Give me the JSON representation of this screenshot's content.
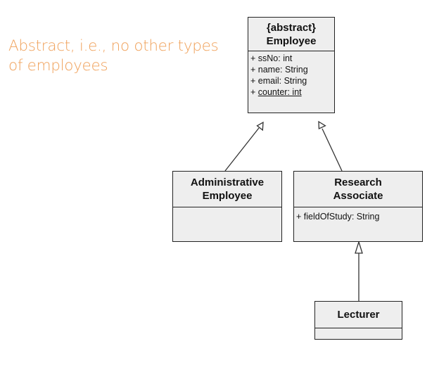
{
  "note": {
    "lines": [
      "Abstract, i.e., no other types",
      "of employees"
    ],
    "color": "#f0a15a"
  },
  "classes": {
    "employee": {
      "stereotype": "{abstract}",
      "name": "Employee",
      "attributes": [
        "+ ssNo: int",
        "+ name: String",
        "+ email: String"
      ],
      "static_prefix": "+ ",
      "static_attribute": "counter: int"
    },
    "administrative": {
      "name_lines": [
        "Administrative",
        "Employee"
      ]
    },
    "research": {
      "name_lines": [
        "Research",
        "Associate"
      ],
      "attributes": [
        "+ fieldOfStudy: String"
      ]
    },
    "lecturer": {
      "name": "Lecturer"
    }
  },
  "relations": [
    {
      "from": "administrative",
      "to": "employee",
      "type": "generalization"
    },
    {
      "from": "research",
      "to": "employee",
      "type": "generalization"
    },
    {
      "from": "lecturer",
      "to": "research",
      "type": "generalization"
    }
  ]
}
